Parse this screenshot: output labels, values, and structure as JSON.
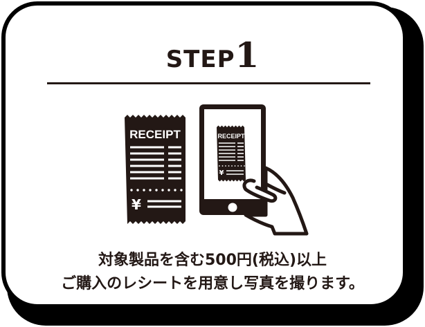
{
  "card": {
    "heading_word": "STEP",
    "heading_number": "1",
    "caption_lines": [
      "対象製品を含む500円(税込)以上",
      "ご購入のレシートを用意し写真を撮ります。"
    ]
  },
  "illustration": {
    "receipt_label": "RECEIPT",
    "currency_symbol": "¥",
    "icons": [
      "receipt-icon",
      "smartphone-icon",
      "hand-icon"
    ]
  },
  "colors": {
    "ink": "#231815",
    "border": "#000000",
    "background": "#ffffff"
  }
}
